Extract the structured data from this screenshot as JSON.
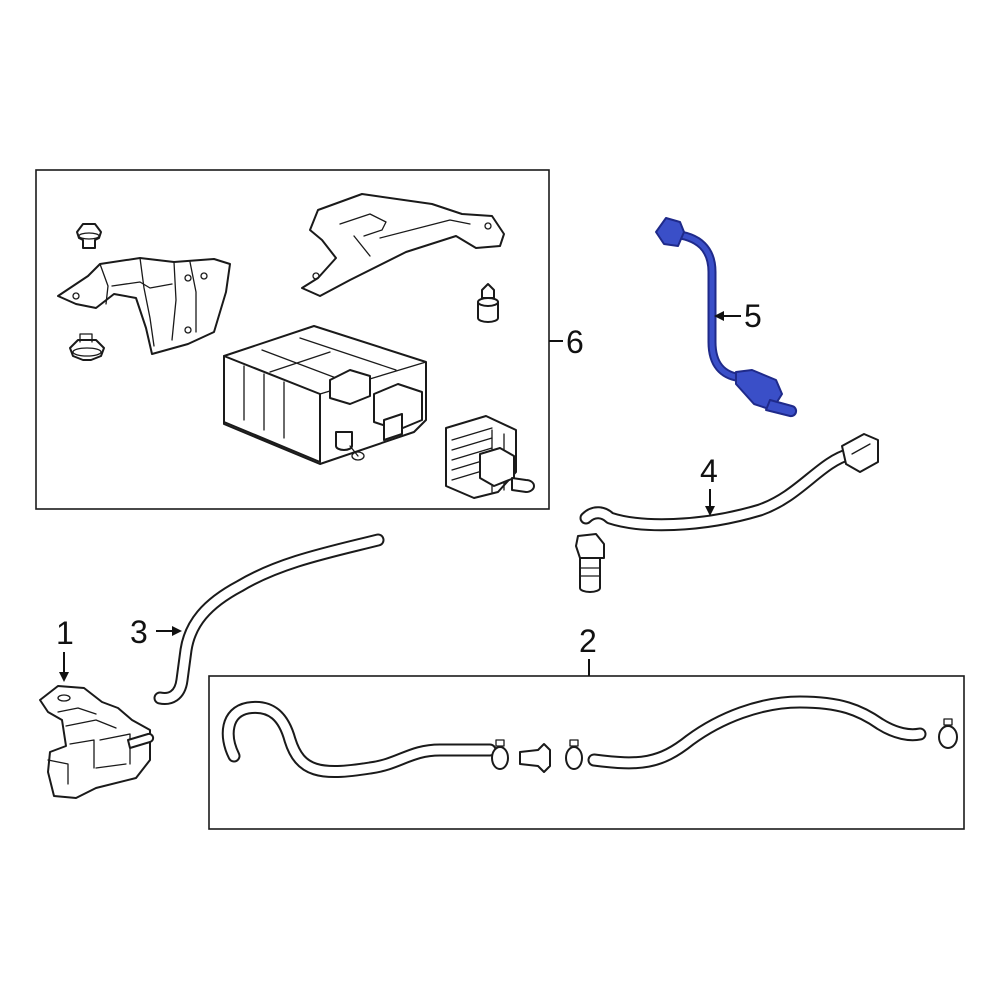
{
  "callouts": {
    "c1": "1",
    "c2": "2",
    "c3": "3",
    "c4": "4",
    "c5": "5",
    "c6": "6"
  },
  "parts": [
    {
      "callout": "1",
      "icon": "bracket-part"
    },
    {
      "callout": "2",
      "icon": "hose-assembly"
    },
    {
      "callout": "3",
      "icon": "hose"
    },
    {
      "callout": "4",
      "icon": "oxygen-sensor"
    },
    {
      "callout": "5",
      "icon": "oxygen-sensor"
    },
    {
      "callout": "6",
      "icon": "vapor-canister-assembly"
    }
  ],
  "highlight": {
    "callout": "5",
    "color": "#3a4fc8"
  },
  "colors": {
    "line": "#1a1a1a",
    "highlight": "#3a4fc8",
    "highlight_dark": "#1f2a8a",
    "background": "#ffffff"
  }
}
